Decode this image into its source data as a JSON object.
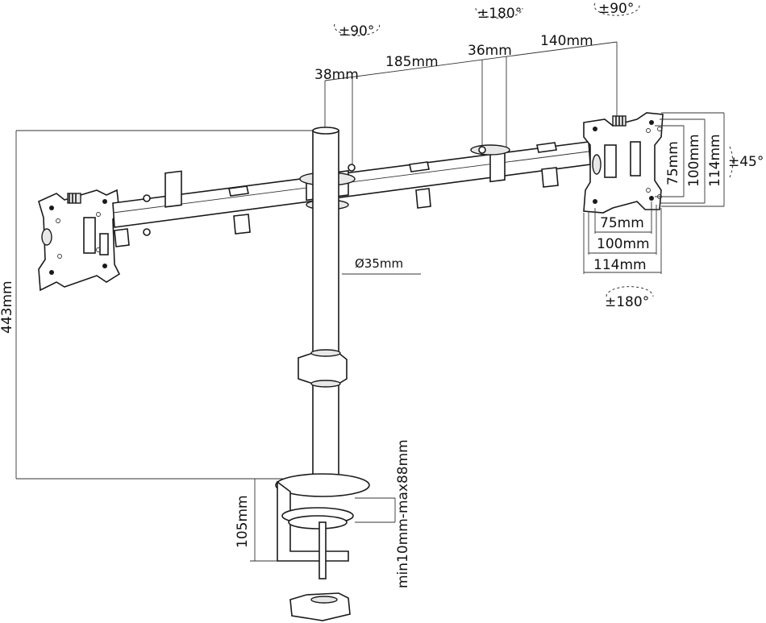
{
  "labels": {
    "rot_left": "±90°",
    "rot_mid": "±180°",
    "rot_right": "±90°",
    "dim_38": "38mm",
    "dim_185": "185mm",
    "dim_36": "36mm",
    "dim_140": "140mm",
    "vesa_v75": "75mm",
    "vesa_v100": "100mm",
    "vesa_v114": "114mm",
    "tilt": "±45°",
    "vesa_h75": "75mm",
    "vesa_h100": "100mm",
    "vesa_h114": "114mm",
    "swivel": "±180°",
    "pole_dia": "Ø35mm",
    "height": "443mm",
    "desk_thick": "min10mm-max88mm",
    "clamp_depth": "105mm"
  }
}
